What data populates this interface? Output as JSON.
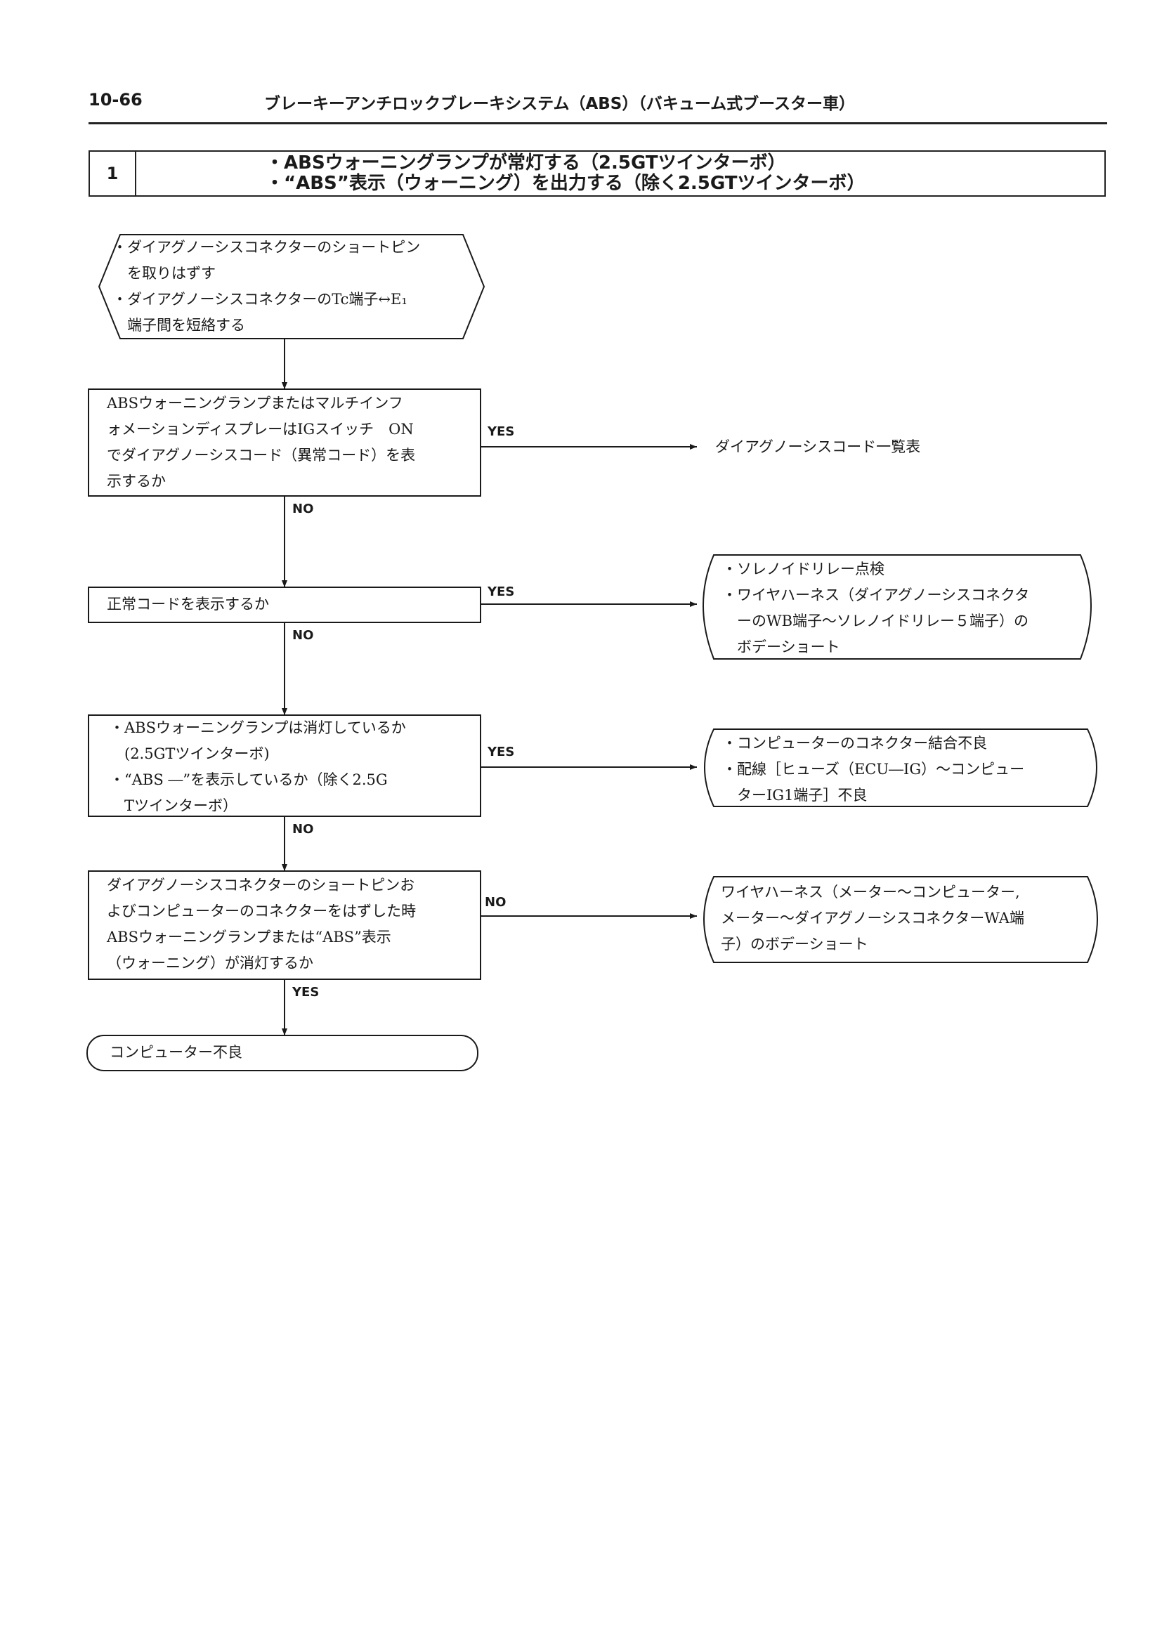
{
  "header": {
    "page_number": "10-66",
    "title": "ブレーキーアンチロックブレーキシステム（ABS）（バキューム式ブースター車）"
  },
  "section": {
    "number": "1",
    "line1": "・ABSウォーニングランプが常灯する（2.5GTツインターボ）",
    "line2": "・“ABS”表示（ウォーニング）を出力する（除く2.5GTツインターボ）"
  },
  "nodes": {
    "start": "・ダイアグノーシスコネクターのショートピン\n　を取りはずす\n・ダイアグノーシスコネクターのTc端子↔E₁\n　端子間を短絡する",
    "q1": "ABSウォーニングランプまたはマルチインフ\nォメーションディスプレーはIGスイッチ　ON\nでダイアグノーシスコード（異常コード）を表\n示するか",
    "r1": "ダイアグノーシスコード一覧表",
    "q2": "正常コードを表示するか",
    "r2": "・ソレノイドリレー点検\n・ワイヤハーネス（ダイアグノーシスコネクタ\n　ーのWB端子～ソレノイドリレー５端子）の\n　ボデーショート",
    "q3": "・ABSウォーニングランプは消灯しているか\n　(2.5GTツインターボ)\n・“ABS ―”を表示しているか（除く2.5G\n　Tツインターボ）",
    "r3": "・コンピューターのコネクター結合不良\n・配線［ヒューズ（ECU―IG）～コンピュー\n　ターIG1端子］不良",
    "q4": "ダイアグノーシスコネクターのショートピンお\nよびコンピューターのコネクターをはずした時\nABSウォーニングランプまたは“ABS”表示\n（ウォーニング）が消灯するか",
    "r4": "ワイヤハーネス（メーター～コンピューター,\nメーター～ダイアグノーシスコネクターWA端\n子）のボデーショート",
    "end": "コンピューター不良"
  },
  "edges": {
    "q1_yes": "YES",
    "q1_no": "NO",
    "q2_yes": "YES",
    "q2_no": "NO",
    "q3_yes": "YES",
    "q3_no": "NO",
    "q4_no": "NO",
    "q4_yes": "YES"
  }
}
